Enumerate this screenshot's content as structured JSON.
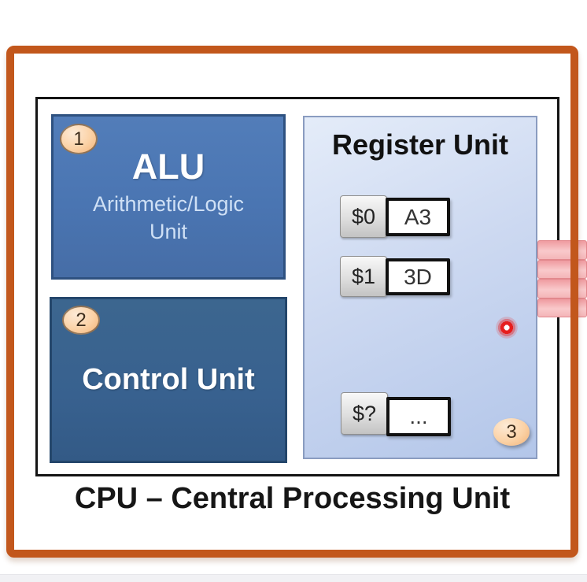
{
  "diagram": {
    "title": "CPU – Central Processing Unit",
    "alu": {
      "badge": "1",
      "abbr": "ALU",
      "subtitle": "Arithmetic/Logic Unit"
    },
    "control": {
      "badge": "2",
      "label": "Control Unit"
    },
    "register_unit": {
      "badge": "3",
      "title": "Register Unit",
      "registers": [
        {
          "label": "$0",
          "value": "A3"
        },
        {
          "label": "$1",
          "value": "3D"
        },
        {
          "label": "$?",
          "value": "..."
        }
      ]
    },
    "bus": {
      "line_count": 4
    },
    "colors": {
      "frame_orange": "#c2571c",
      "alu_fill": "#4a75b2",
      "control_fill": "#38618f",
      "register_fill_top": "#e4ecf9",
      "register_fill_bottom": "#b3c6e9",
      "bus_pink": "#f4b5b8",
      "badge_peach": "#fbd2a6",
      "red_dot": "#e61e1e"
    }
  }
}
